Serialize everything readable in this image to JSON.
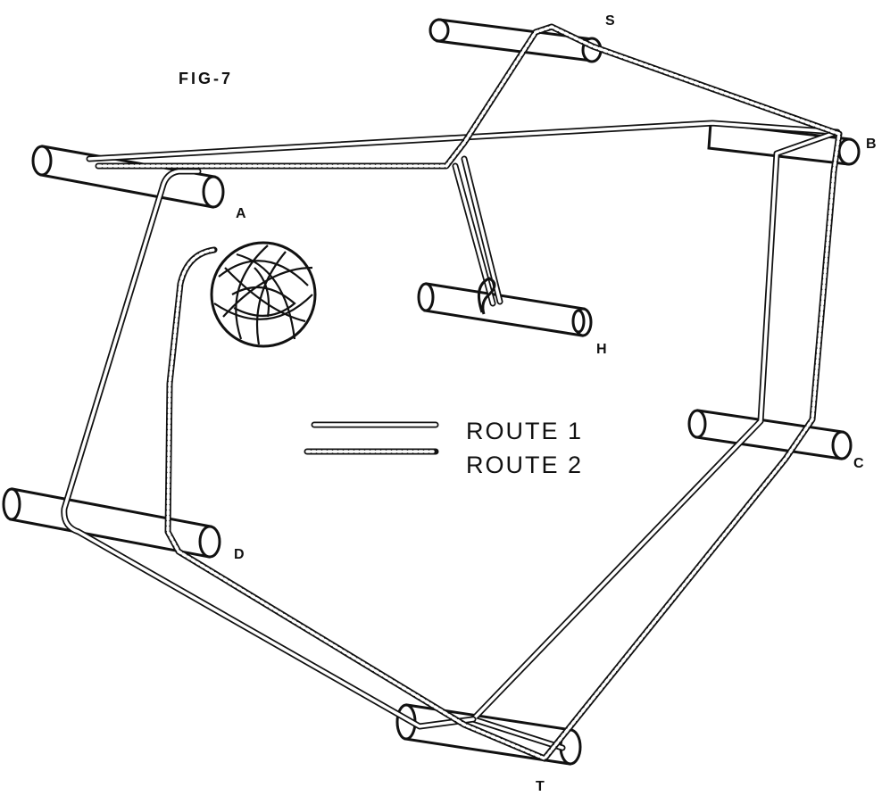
{
  "figure": {
    "title": "FIG-7"
  },
  "pegs": [
    {
      "id": "S",
      "label": "S"
    },
    {
      "id": "B",
      "label": "B"
    },
    {
      "id": "A",
      "label": "A"
    },
    {
      "id": "H",
      "label": "H"
    },
    {
      "id": "C",
      "label": "C"
    },
    {
      "id": "D",
      "label": "D"
    },
    {
      "id": "T",
      "label": "T"
    }
  ],
  "legend": {
    "route1": "ROUTE 1",
    "route2": "ROUTE 2"
  },
  "colors": {
    "ink": "#111111",
    "paper": "#ffffff"
  }
}
